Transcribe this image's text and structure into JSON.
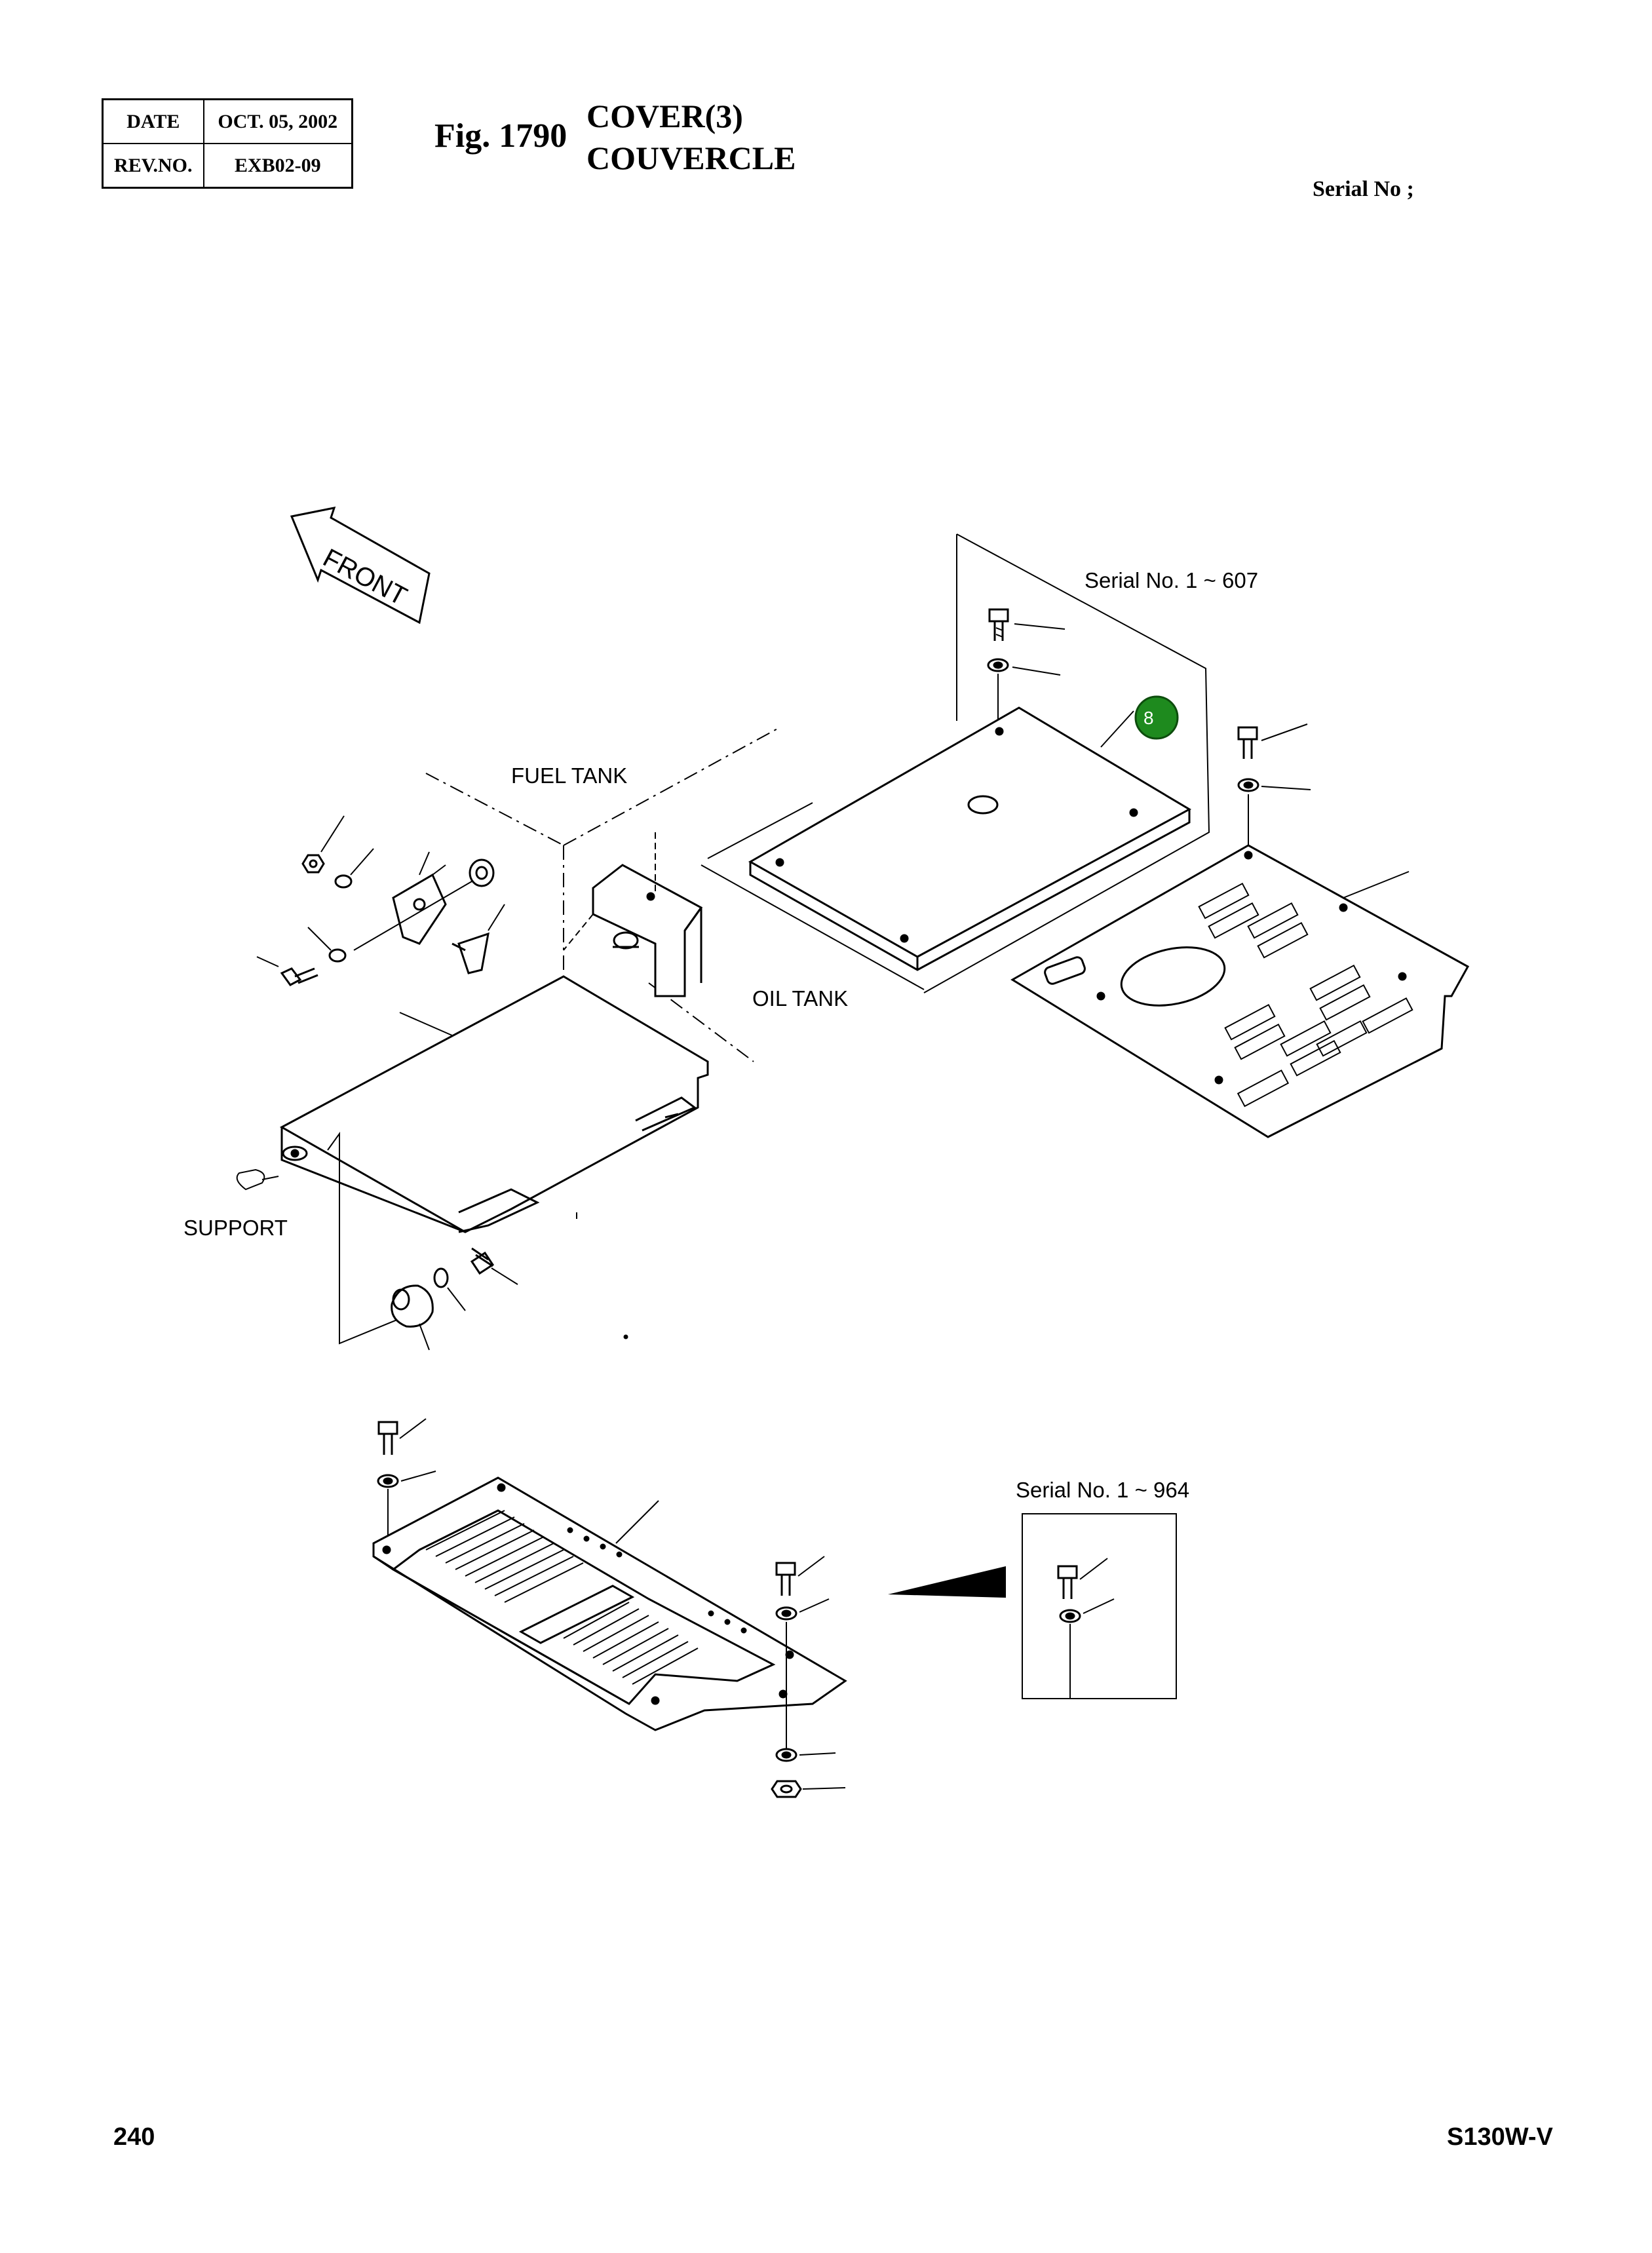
{
  "header": {
    "date_label": "DATE",
    "date_value": "OCT. 05, 2002",
    "rev_label": "REV.NO.",
    "rev_value": "EXB02-09",
    "fig_number": "Fig. 1790",
    "title_en": "COVER(3)",
    "title_fr": "COUVERCLE",
    "serial_label": "Serial No ;"
  },
  "diagram": {
    "front_arrow_label": "FRONT",
    "serial_note_1": "Serial No. 1 ~ 607",
    "serial_note_2": "Serial No. 1 ~ 964",
    "fuel_tank_label": "FUEL TANK",
    "oil_tank_label": "OIL TANK",
    "support_label": "SUPPORT",
    "callout_number": "8",
    "callout_color": "#1e8a1e"
  },
  "footer": {
    "page_number": "240",
    "model": "S130W-V"
  }
}
